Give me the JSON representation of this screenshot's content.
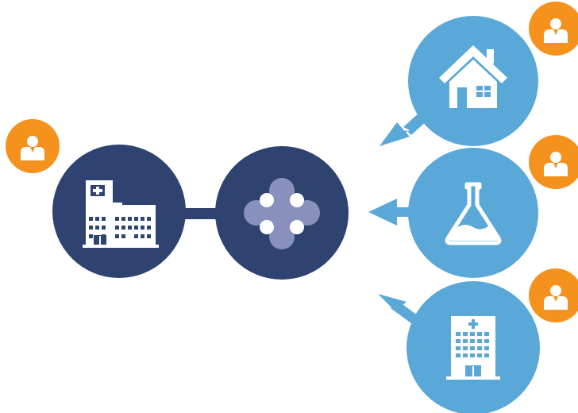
{
  "colors": {
    "dark_navy": "#2f4371",
    "light_blue": "#5aa8d8",
    "orange": "#f5921e",
    "white": "#ffffff",
    "connector": "#2f4371"
  },
  "nodes": [
    {
      "id": "source-hospital",
      "icon": "hospital-building-icon",
      "color": "dark_navy",
      "user_badge": true
    },
    {
      "id": "hub",
      "icon": "molecule-network-icon",
      "color": "dark_navy",
      "user_badge": false
    },
    {
      "id": "home",
      "icon": "house-icon",
      "color": "light_blue",
      "user_badge": true
    },
    {
      "id": "lab",
      "icon": "flask-icon",
      "color": "light_blue",
      "user_badge": true
    },
    {
      "id": "hospital",
      "icon": "hospital-tower-icon",
      "color": "light_blue",
      "user_badge": true
    }
  ]
}
